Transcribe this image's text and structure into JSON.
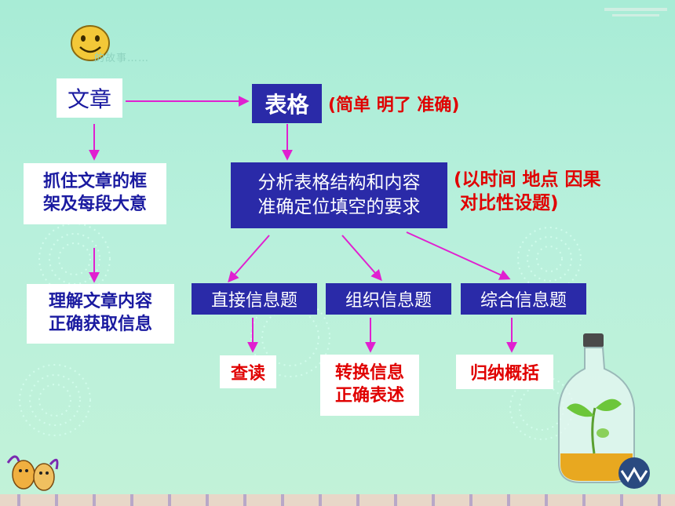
{
  "caption": "的故事……",
  "nodes": {
    "article": "文章",
    "table": "表格",
    "table_note": "(简单  明了  准确)",
    "grasp": [
      "抓住文章的框",
      "架及每段大意"
    ],
    "analyze": [
      "分析表格结构和内容",
      "准确定位填空的要求"
    ],
    "analyze_note": [
      "(以时间 地点 因果",
      " 对比性设题)"
    ],
    "understand": [
      "理解文章内容",
      "正确获取信息"
    ],
    "direct": "直接信息题",
    "organize": "组织信息题",
    "comprehensive": "综合信息题",
    "check": "查读",
    "convert": [
      "转换信息",
      "正确表述"
    ],
    "summarize": "归纳概括"
  },
  "colors": {
    "arrow": "#e020d0",
    "blue_box": "#2a2aa8",
    "red_text": "#e00000",
    "dark_text": "#1a1aa0"
  }
}
